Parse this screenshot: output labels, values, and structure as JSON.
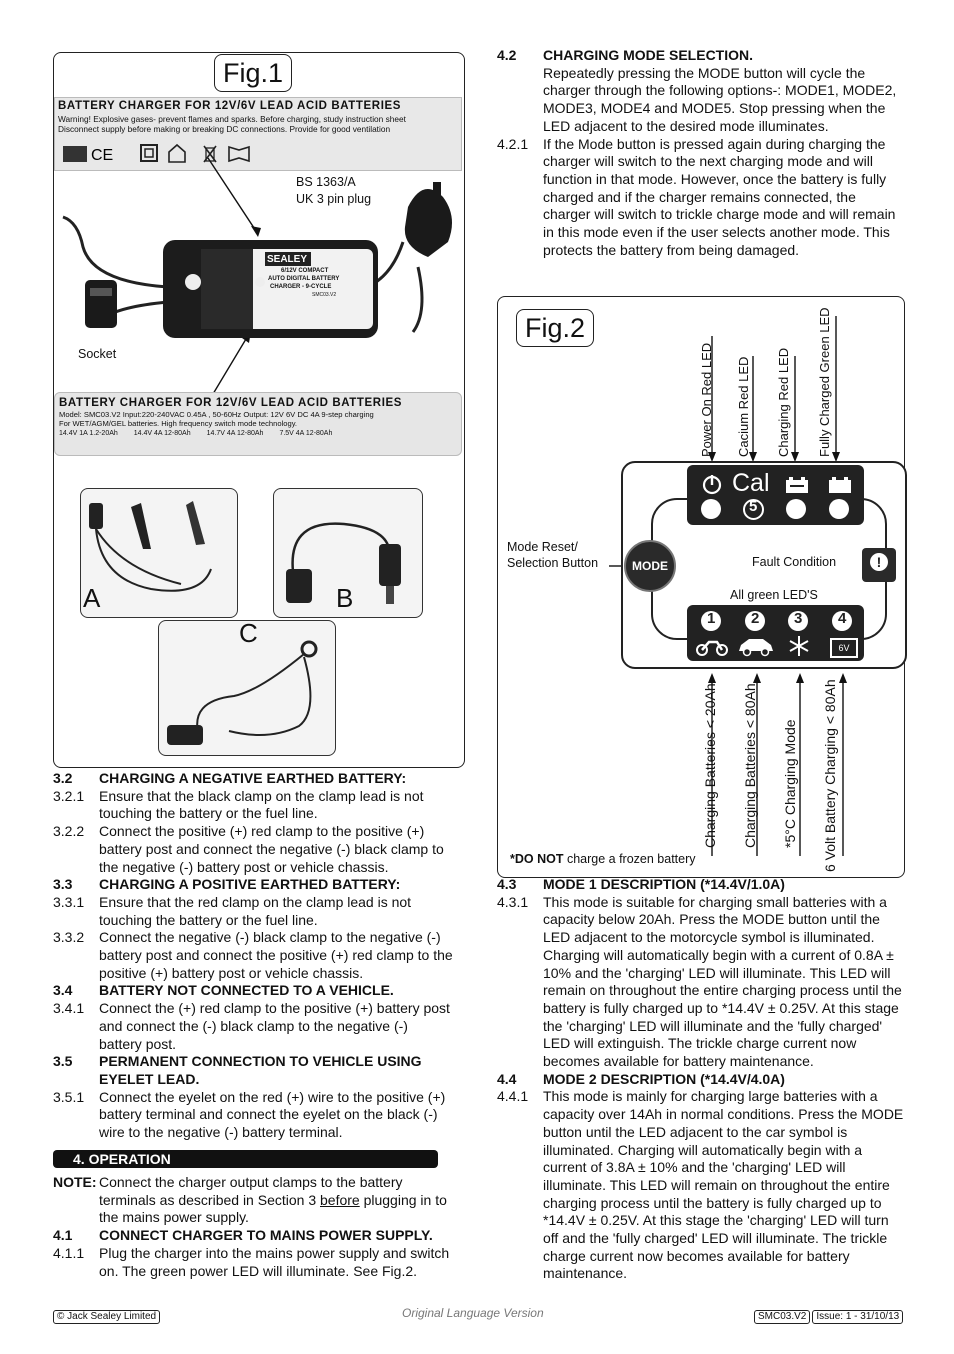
{
  "fig1": {
    "title": "Fig.1",
    "label_top_heading": "BATTERY CHARGER FOR 12V/6V LEAD ACID BATTERIES",
    "label_top_warning1": "Warning! Explosive gases- prevent flames and sparks. Before charging, study instruction sheet",
    "label_top_warning2": "Disconnect supply before making or breaking DC connections. Provide for good ventilation",
    "plug_label1": "BS 1363/A",
    "plug_label2": "UK 3 pin plug",
    "socket_label": "Socket",
    "device_brand": "SEALEY",
    "device_line1": "6/12V COMPACT",
    "device_line2": "AUTO DIGITAL BATTERY",
    "device_line3": "CHARGER - 9-CYCLE",
    "device_model": "SMC03.V2",
    "label_bottom_heading": "BATTERY CHARGER FOR 12V/6V LEAD ACID BATTERIES",
    "label_bottom_model": "Model: SMC03.V2 Input:220-240VAC 0.45A , 50-60Hz   Output: 12V  6V  DC 4A  9-step charging",
    "label_bottom_for": "For WET/AGM/GEL batteries. High frequency switch mode technology.",
    "label_bottom_modes": [
      "14.4V 1A  1.2-20Ah",
      "14.4V 4A  12-80Ah",
      "14.7V 4A  12-80Ah",
      "7.5V 4A  12-80Ah"
    ],
    "photo_a": "A",
    "photo_b": "B",
    "photo_c": "C"
  },
  "left_sections": [
    {
      "num": "3.2",
      "text": "CHARGING A NEGATIVE EARTHED BATTERY:",
      "bold": true
    },
    {
      "num": "3.2.1",
      "text": "Ensure that the black clamp on the clamp lead is not touching the battery or the fuel line."
    },
    {
      "num": "3.2.2",
      "text": "Connect the positive (+) red clamp to the positive (+) battery post and connect the negative (-) black clamp to the negative (-) battery post or vehicle chassis."
    },
    {
      "num": "3.3",
      "text": "CHARGING A POSITIVE EARTHED BATTERY:",
      "bold": true
    },
    {
      "num": "3.3.1",
      "text": "Ensure that the red clamp on the clamp lead is not touching the battery or the fuel line."
    },
    {
      "num": "3.3.2",
      "text": "Connect the negative (-) black clamp to the negative (-) battery post and connect the positive (+) red clamp to the positive (+) battery post or vehicle chassis."
    },
    {
      "num": "3.4",
      "text": "BATTERY NOT CONNECTED TO A VEHICLE.",
      "bold": true
    },
    {
      "num": "3.4.1",
      "text": "Connect the (+) red clamp to the positive (+) battery post and connect the (-) black clamp to the negative (-) battery post."
    },
    {
      "num": "3.5",
      "text": "PERMANENT CONNECTION TO VEHICLE USING EYELET LEAD.",
      "bold": true
    },
    {
      "num": "3.5.1",
      "text": "Connect the eyelet on the red (+) wire  to the positive (+) battery terminal and connect the eyelet on the black (-) wire to the negative (-) battery terminal."
    }
  ],
  "operation": {
    "bar": "4.  OPERATION",
    "note_label": "NOTE:",
    "note_text_pre": "Connect the charger output clamps to the battery terminals as described in Section 3 ",
    "note_underlined": "before",
    "note_text_post": " plugging in to the mains power supply.",
    "s41_num": "4.1",
    "s41_text": "CONNECT CHARGER TO MAINS POWER SUPPLY.",
    "s411_num": "4.1.1",
    "s411_text": "Plug the charger into the mains power supply and switch on. The green power LED will illuminate. See Fig.2."
  },
  "right_top": [
    {
      "num": "4.2",
      "text": "CHARGING MODE SELECTION.",
      "bold": true
    },
    {
      "num": "",
      "text": "Repeatedly pressing the MODE button will cycle the charger through the following options-: MODE1, MODE2, MODE3, MODE4 and MODE5. Stop pressing when the LED adjacent to the desired mode illuminates."
    },
    {
      "num": "4.2.1",
      "text": "If the Mode button is pressed again during charging the charger will switch to the next charging mode and will function in that mode. However, once the battery is fully charged and if the charger remains connected, the charger will switch to trickle charge mode and will remain in this mode even if the user selects another mode. This protects the battery from being damaged."
    }
  ],
  "fig2": {
    "title": "Fig.2",
    "top_labels": [
      "Power On Red LED",
      "Cacium Red LED",
      "Charging Red LED",
      "Fully Charged Green LED"
    ],
    "cal_text": "Cal",
    "five": "5",
    "mode_reset": "Mode Reset/",
    "selection_button": "Selection Button",
    "mode_button": "MODE",
    "fault_condition": "Fault Condition",
    "fault_icon": "!",
    "all_green": "All green LED'S",
    "numbers": [
      "1",
      "2",
      "3",
      "4"
    ],
    "six_v": "6V",
    "bottom_labels": [
      "Charging Batteries < 20Ah",
      "Charging Batteries < 80Ah",
      "*5°C Charging Mode",
      "6 Volt Battery Charging < 80Ah"
    ],
    "do_not_bold": "*DO NOT",
    "do_not_rest": " charge a frozen battery"
  },
  "right_bottom": [
    {
      "num": "4.3",
      "text": "MODE 1 DESCRIPTION (*14.4V/1.0A)",
      "bold": true
    },
    {
      "num": "4.3.1",
      "text": "This mode is suitable for charging small batteries with a capacity below 20Ah. Press the MODE button until the LED adjacent to the motorcycle symbol is illuminated. Charging will automatically begin with a current of 0.8A ± 10% and the 'charging' LED will illuminate. This LED will remain on throughout the entire charging process until the battery is fully charged up to *14.4V ± 0.25V. At this stage the 'charging' LED will illuminate and the 'fully charged' LED will extinguish. The trickle charge current now becomes available for battery maintenance."
    },
    {
      "num": "4.4",
      "text": "MODE 2 DESCRIPTION (*14.4V/4.0A)",
      "bold": true
    },
    {
      "num": "4.4.1",
      "text": "This mode is mainly for charging large batteries with  a capacity over 14Ah in normal conditions. Press the MODE button until the LED adjacent to the car symbol is illuminated. Charging will automatically begin with a current of 3.8A ± 10% and the 'charging' LED will illuminate. This LED will remain on throughout the entire charging process until the battery is fully charged up to *14.4V ± 0.25V. At this stage the 'charging' LED will turn off and the 'fully charged' LED will illuminate. The trickle charge current now becomes available for battery maintenance."
    }
  ],
  "footer": {
    "copyright": "© Jack Sealey Limited",
    "center": "Original Language Version",
    "model": "SMC03.V2",
    "issue": "Issue: 1 - 31/10/13"
  }
}
